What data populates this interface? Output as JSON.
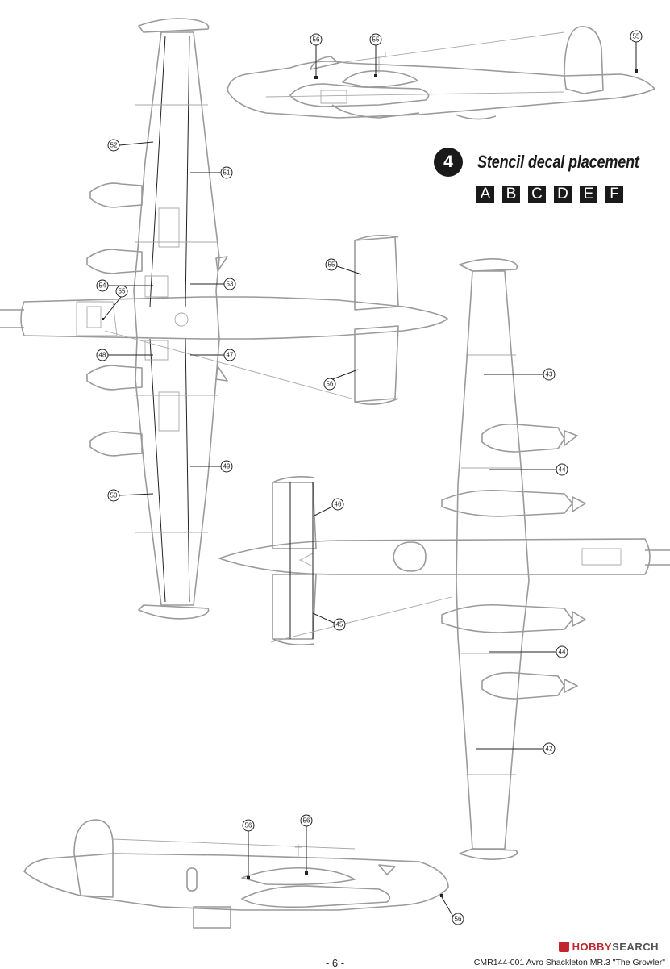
{
  "instruction": {
    "step_number": "4",
    "title": "Stencil decal placement",
    "versions": [
      "A",
      "B",
      "C",
      "D",
      "E",
      "F"
    ]
  },
  "callouts": {
    "side_top_a": "56",
    "side_top_b": "55",
    "side_top_c": "55",
    "wing_52": "52",
    "wing_51": "51",
    "wing_53": "53",
    "wing_54": "54",
    "wing_55": "55",
    "wing_48": "48",
    "wing_47": "47",
    "wing_49": "49",
    "wing_50": "50",
    "tail_55": "55",
    "tail_56": "56",
    "bottom_43": "43",
    "bottom_44a": "44",
    "bottom_46": "46",
    "bottom_45": "45",
    "bottom_44b": "44",
    "bottom_42": "42",
    "side_bot_a": "56",
    "side_bot_b": "56",
    "side_bot_c": "56"
  },
  "footer": {
    "page_number": "- 6 -",
    "caption": "CMR144-001 Avro Shackleton MR.3 \"The Growler\"",
    "watermark_a": "HOBBY",
    "watermark_b": "SEARCH"
  }
}
